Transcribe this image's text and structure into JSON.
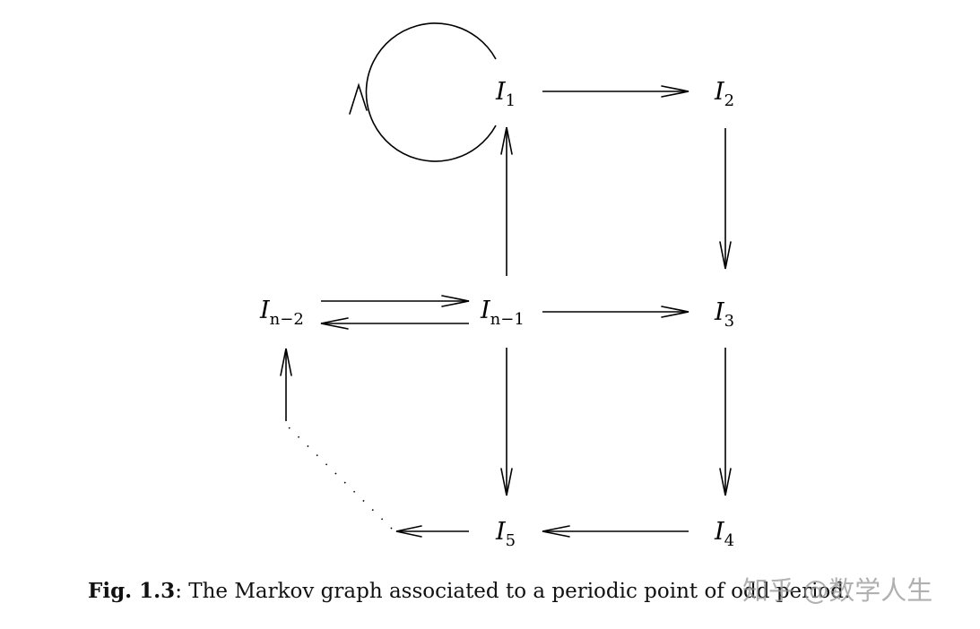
{
  "diagram": {
    "nodes": [
      {
        "id": "I1",
        "base": "I",
        "sub": "1"
      },
      {
        "id": "I2",
        "base": "I",
        "sub": "2"
      },
      {
        "id": "I3",
        "base": "I",
        "sub": "3"
      },
      {
        "id": "I4",
        "base": "I",
        "sub": "4"
      },
      {
        "id": "I5",
        "base": "I",
        "sub": "5"
      },
      {
        "id": "In1",
        "base": "I",
        "sub": "n−1"
      },
      {
        "id": "In2",
        "base": "I",
        "sub": "n−2"
      }
    ],
    "edges": [
      {
        "from": "I1",
        "to": "I1",
        "kind": "self-loop"
      },
      {
        "from": "I1",
        "to": "I2"
      },
      {
        "from": "I2",
        "to": "I3"
      },
      {
        "from": "I3",
        "to": "I4"
      },
      {
        "from": "I4",
        "to": "I5"
      },
      {
        "from": "I5",
        "to": "In2",
        "kind": "dotted"
      },
      {
        "from": "In2",
        "to": "In1"
      },
      {
        "from": "In1",
        "to": "In2"
      },
      {
        "from": "In1",
        "to": "I1"
      },
      {
        "from": "In1",
        "to": "I3"
      },
      {
        "from": "In1",
        "to": "I5"
      }
    ]
  },
  "caption": {
    "label": "Fig. 1.3",
    "text": ": The Markov graph associated to a periodic point of odd period."
  },
  "watermark": {
    "text": "知乎 @数学人生"
  }
}
